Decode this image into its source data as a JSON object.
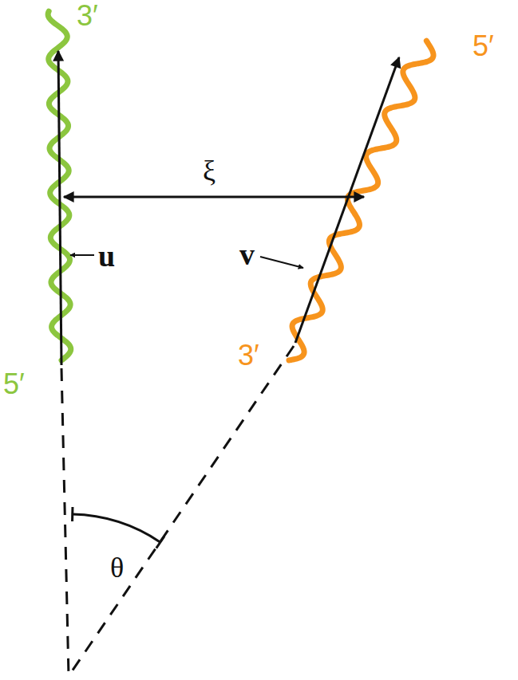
{
  "diagram": {
    "labels": [
      "3′",
      "5′",
      "5′",
      "3′",
      "ξ",
      "u",
      "v",
      "θ"
    ]
  }
}
